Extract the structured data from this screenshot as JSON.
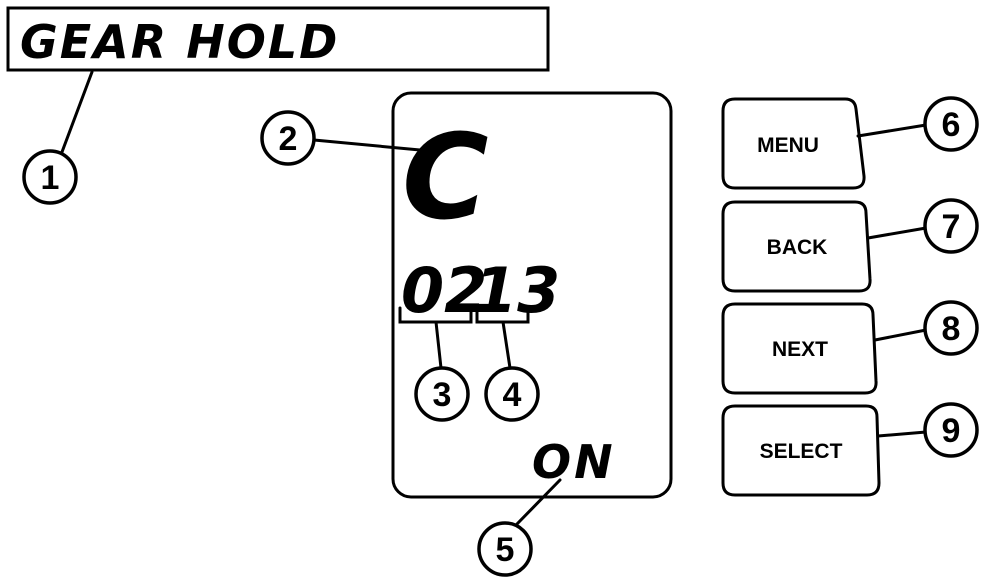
{
  "top_display": {
    "text": "GEAR HOLD"
  },
  "lcd": {
    "mode_char": "C",
    "left_digits": "02",
    "right_digits": "13",
    "status": "ON"
  },
  "buttons": [
    {
      "id": "menu",
      "label": "MENU"
    },
    {
      "id": "back",
      "label": "BACK"
    },
    {
      "id": "next",
      "label": "NEXT"
    },
    {
      "id": "select",
      "label": "SELECT"
    }
  ],
  "callouts": [
    "1",
    "2",
    "3",
    "4",
    "5",
    "6",
    "7",
    "8",
    "9"
  ]
}
